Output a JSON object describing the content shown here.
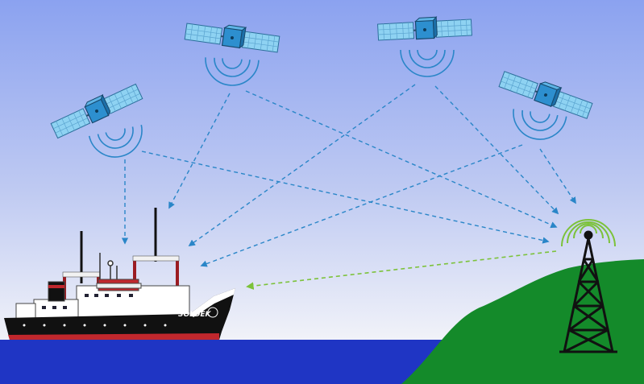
{
  "scene": {
    "ship_name": "SOLDEK"
  },
  "colors": {
    "sky_top": "#8ba2f0",
    "sky_bottom": "#f2f3f8",
    "sea": "#1f35c4",
    "land": "#148a2a",
    "satellite_body": "#2d8fcf",
    "solar_panel": "#8ed2f2",
    "gnss_signal": "#2a86c8",
    "correction_signal": "#7cc23a",
    "hull": "#111111",
    "hull_stripe": "#c0272d",
    "superstructure": "#ffffff",
    "mast_frame": "#9b1c22",
    "tower": "#111111"
  },
  "satellites": [
    {
      "name": "satellite-1",
      "icon": "satellite-icon"
    },
    {
      "name": "satellite-2",
      "icon": "satellite-icon"
    },
    {
      "name": "satellite-3",
      "icon": "satellite-icon"
    },
    {
      "name": "satellite-4",
      "icon": "satellite-icon"
    }
  ],
  "signal_links": [
    {
      "from": "satellite-1",
      "to": "ship",
      "kind": "gnss"
    },
    {
      "from": "satellite-1",
      "to": "reference-station",
      "kind": "gnss"
    },
    {
      "from": "satellite-2",
      "to": "ship",
      "kind": "gnss"
    },
    {
      "from": "satellite-2",
      "to": "reference-station",
      "kind": "gnss"
    },
    {
      "from": "satellite-3",
      "to": "ship",
      "kind": "gnss"
    },
    {
      "from": "satellite-3",
      "to": "reference-station",
      "kind": "gnss"
    },
    {
      "from": "satellite-4",
      "to": "ship",
      "kind": "gnss"
    },
    {
      "from": "satellite-4",
      "to": "reference-station",
      "kind": "gnss"
    },
    {
      "from": "reference-station",
      "to": "ship",
      "kind": "correction"
    }
  ]
}
